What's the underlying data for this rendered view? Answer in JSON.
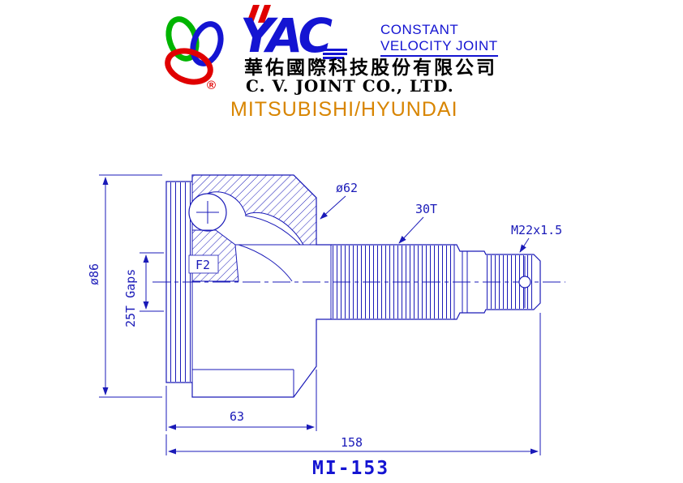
{
  "colors": {
    "drawing_blue": "#1a1ab8",
    "brand_blue": "#1414d2",
    "application_orange": "#d88500",
    "logo_green": "#00b400",
    "logo_red": "#e00000",
    "text_black": "#000000"
  },
  "header": {
    "brand": "YAC",
    "registered": "®",
    "tagline_line1": "CONSTANT",
    "tagline_line2": "VELOCITY JOINT",
    "company_cn": "華佑國際科技股份有限公司",
    "company_en": "C. V. JOINT CO., LTD.",
    "application": "MITSUBISHI/HYUNDAI"
  },
  "drawing": {
    "part_number": "MI-153",
    "labels": {
      "joint_diameter": "ø62",
      "shaft_spline": "30T",
      "thread": "M22x1.5",
      "body_diameter": "ø86",
      "inner_spline": "25T Gaps",
      "flange_mark": "F2",
      "body_length": "63",
      "overall_length": "158"
    }
  }
}
